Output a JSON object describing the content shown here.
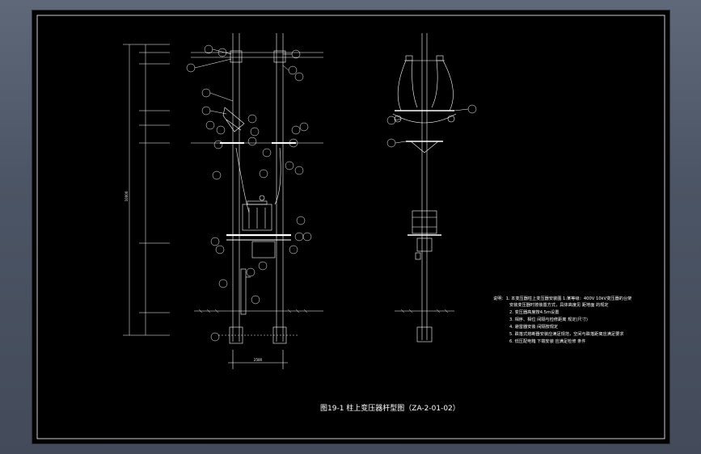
{
  "drawing": {
    "title": "图19-1  柱上变压器杆型图（ZA-2-01-02）",
    "dim_bottom": "2500",
    "dim_total": "10000",
    "notes": [
      "说明：1. 本变压器柱上变压器安装图 1:某等级：400V 10kV变压器的台架",
      "安装变压器时按装置方式，具体高度见 距地面 的规定",
      "2. 变压器高度按4.5m设置",
      "3. 相序、相位 间隔与检修距离 规定(尺寸)",
      "4. 避雷器安装 间隔按规定",
      "5. 跌落式熔断器安装应满足规范，空间与跌落距离应满足要求",
      "6. 低压配电箱 下端安装 应满足检修 条件"
    ],
    "colors": {
      "line": "#ffffff",
      "background": "#000000",
      "frame": "#5a6272"
    }
  }
}
